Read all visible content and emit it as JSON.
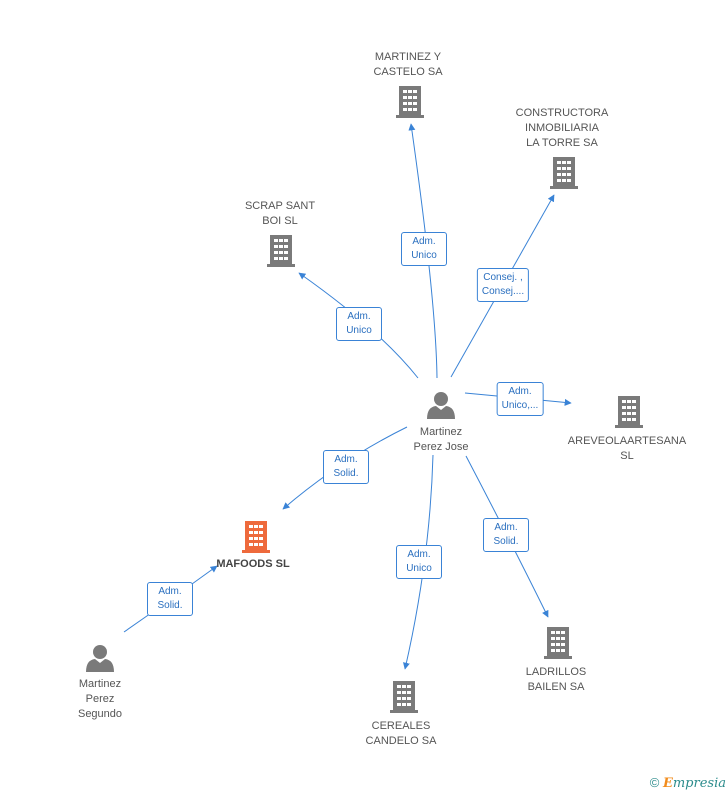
{
  "colors": {
    "edge": "#3a83d6",
    "building": "#7a7a7a",
    "building_highlight": "#ee6a3c",
    "person": "#7a7a7a"
  },
  "nodes": {
    "martinez_perez_jose": {
      "label": "Martinez\nPerez Jose",
      "icon": "person-icon"
    },
    "martinez_castelo": {
      "label": "MARTINEZ Y\nCASTELO SA",
      "icon": "building-icon"
    },
    "constructora": {
      "label": "CONSTRUCTORA\nINMOBILIARIA\nLA TORRE SA",
      "icon": "building-icon"
    },
    "scrap": {
      "label": "SCRAP SANT\nBOI SL",
      "icon": "building-icon"
    },
    "areveola": {
      "label": "AREVEOLAARTESANA\nSL",
      "icon": "building-icon"
    },
    "mafoods": {
      "label": "MAFOODS SL",
      "icon": "building-icon"
    },
    "martinez_perez_segundo": {
      "label": "Martinez\nPerez\nSegundo",
      "icon": "person-icon"
    },
    "cereales": {
      "label": "CEREALES\nCANDELO SA",
      "icon": "building-icon"
    },
    "ladrillos": {
      "label": "LADRILLOS\nBAILEN SA",
      "icon": "building-icon"
    }
  },
  "edges": [
    {
      "from": "martinez_perez_jose",
      "to": "martinez_castelo",
      "label": "Adm.\nUnico"
    },
    {
      "from": "martinez_perez_jose",
      "to": "constructora",
      "label": "Consej. ,\nConsej...."
    },
    {
      "from": "martinez_perez_jose",
      "to": "scrap",
      "label": "Adm.\nUnico"
    },
    {
      "from": "martinez_perez_jose",
      "to": "areveola",
      "label": "Adm.\nUnico,..."
    },
    {
      "from": "martinez_perez_jose",
      "to": "mafoods",
      "label": "Adm.\nSolid."
    },
    {
      "from": "martinez_perez_segundo",
      "to": "mafoods",
      "label": "Adm.\nSolid."
    },
    {
      "from": "martinez_perez_jose",
      "to": "cereales",
      "label": "Adm.\nUnico"
    },
    {
      "from": "martinez_perez_jose",
      "to": "ladrillos",
      "label": "Adm.\nSolid."
    }
  ],
  "footer": {
    "copyright": "©",
    "brand_e": "E",
    "brand_rest": "mpresia"
  }
}
